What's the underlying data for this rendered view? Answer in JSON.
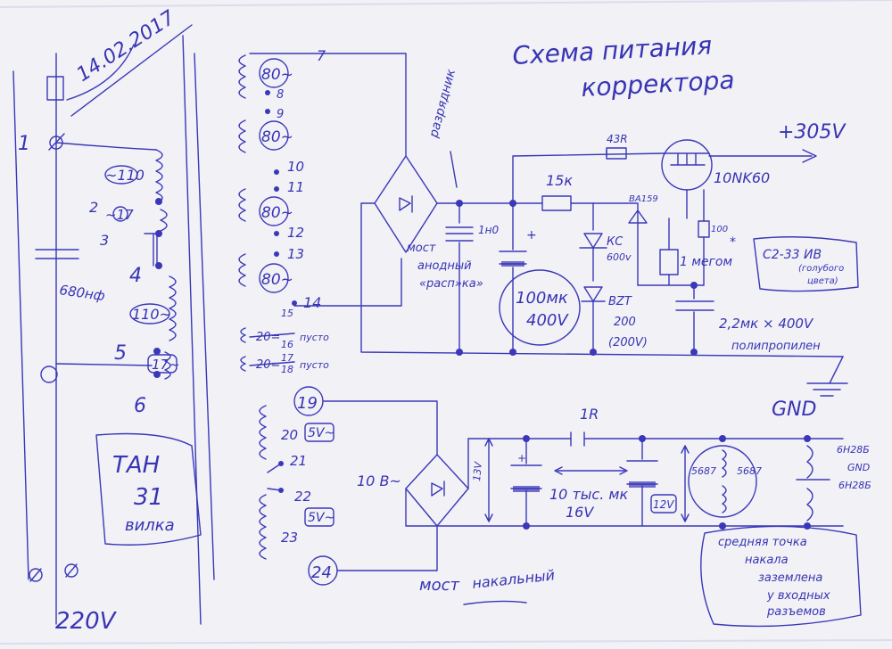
{
  "date": "14.02.2017",
  "title": [
    "Схема питания",
    "корректора"
  ],
  "colors": {
    "ink": "#3a38b8",
    "paper": "#f1f1f6"
  },
  "transformer": {
    "pins": [
      "1",
      "2",
      "3",
      "4",
      "5",
      "6",
      "7",
      "8",
      "9",
      "10",
      "11",
      "12",
      "13",
      "14",
      "15",
      "16",
      "17",
      "18",
      "19",
      "20",
      "21",
      "22",
      "23",
      "24"
    ],
    "primary_windings": [
      "~110",
      "~17",
      "110~",
      "17~"
    ],
    "hv_windings": [
      "80~",
      "80~",
      "80~",
      "80~"
    ],
    "low_windings": [
      "20=",
      "20="
    ],
    "low_notes": [
      "пусто",
      "пусто"
    ],
    "heater_windings": [
      "5V~",
      "5V~"
    ],
    "capacitor": "680нф",
    "name": [
      "ТАН",
      "31",
      "вилка"
    ],
    "mains": "220V"
  },
  "hv": {
    "bridge_note": [
      "мост",
      "анодный",
      "«расп»ка»"
    ],
    "snubber_note": "разрядник",
    "snubber_cap": "1н0",
    "resistor_series": "15к",
    "resistor_top": "43R",
    "zener1": [
      "КС",
      "600v"
    ],
    "zener2": [
      "BZT",
      "200",
      "(200V)"
    ],
    "diode": "BA159",
    "reservoir_cap": [
      "100мк",
      "400V"
    ],
    "mosfet": "10NK60",
    "gate_resistor": "100",
    "resistor_1meg": "1 мегом",
    "output_cap": [
      "2,2мк × 400V",
      "полипропилен"
    ],
    "output": "+305V",
    "ground": "GND",
    "film_note": [
      "С2-33 ИВ",
      "(голубого",
      "цвета)"
    ]
  },
  "heater": {
    "supply": "10 В~",
    "resistor": "1R",
    "cap_voltage": "13V",
    "caps": "10 тыс. мк",
    "caps_voltage": "16V",
    "reg_voltage": "12V",
    "tube_left": "5687",
    "tube_right": "5687",
    "tubes_out": [
      "6Н28Б",
      "GND",
      "6Н28Б"
    ],
    "bridge_note": [
      "мост",
      "накальный"
    ],
    "midpoint_note": [
      "средняя точка",
      "накала",
      "заземлена",
      "у входных",
      "разъемов"
    ]
  }
}
